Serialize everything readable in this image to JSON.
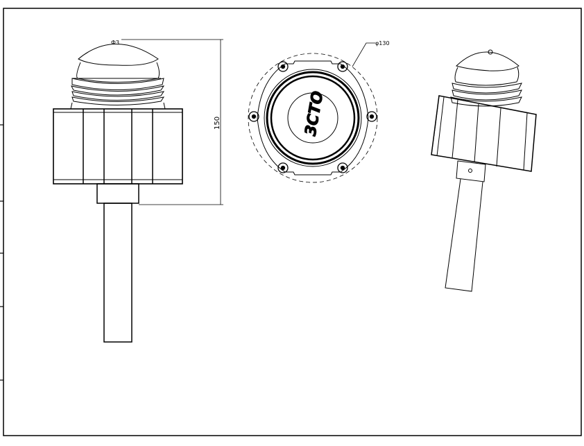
{
  "drawing": {
    "height_dimension": "150",
    "diameter_dimension": "φ130",
    "logo_text": "3CTO",
    "top_mark": "ФЗ"
  },
  "colors": {
    "line": "#000000",
    "background": "#ffffff"
  }
}
